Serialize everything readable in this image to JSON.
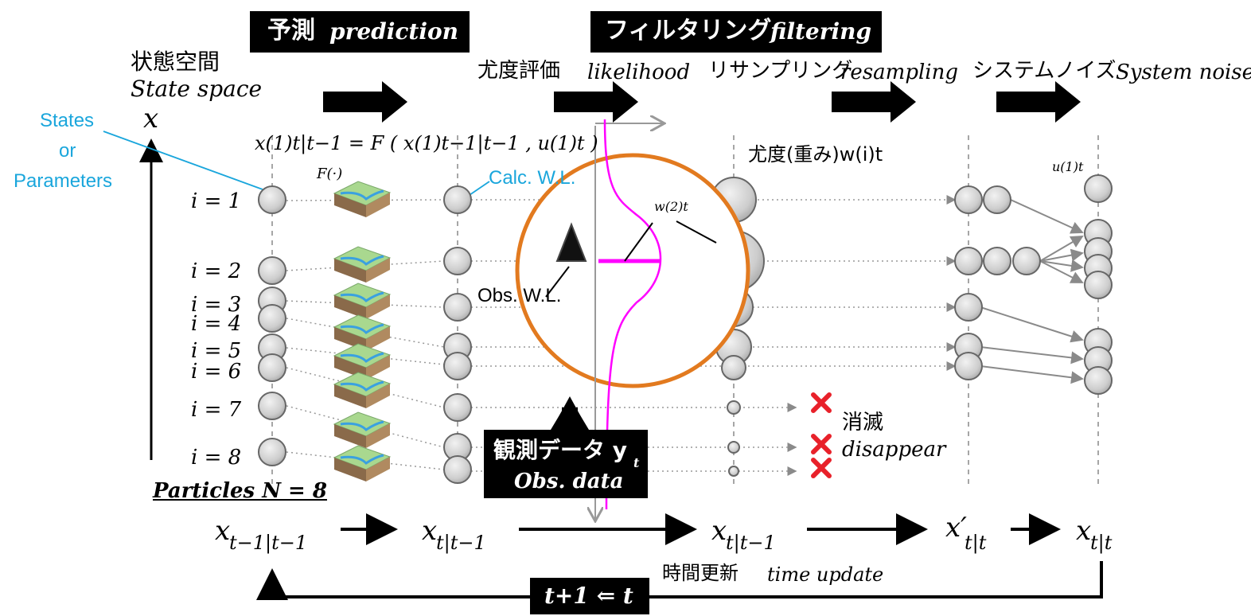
{
  "colors": {
    "accent_blue": "#1aa6dc",
    "orange_circle": "#e27a1f",
    "likelihood_curve": "#ff00ff",
    "disappear_cross": "#e8212a",
    "particle_fill": "#cfcfcf"
  },
  "header": {
    "prediction_jp": "予測",
    "prediction_en": "prediction",
    "filtering_jp": "フィルタリング",
    "filtering_en": "filtering"
  },
  "axis": {
    "title_jp": "状態空間",
    "title_en": "State space",
    "symbol": "x",
    "states_line1": "States",
    "states_line2": "or",
    "states_line3": "Parameters"
  },
  "steps": {
    "likelihood_jp": "尤度評価",
    "likelihood_en": "likelihood",
    "resampling_jp": "リサンプリング",
    "resampling_en": "resampling",
    "noise_jp": "システムノイズ",
    "noise_en": "System noise"
  },
  "equation": {
    "main": "x(1)t|t−1 = F ( x(1)t−1|t−1 , u(1)t )",
    "func": "F(·)"
  },
  "annotations": {
    "calc_wl": "Calc. W.L.",
    "obs_wl": "Obs. W.L.",
    "weight_label": "尤度(重み)w(i)t",
    "weight2": "w(2)t",
    "noise_u": "u(1)t",
    "disappear_jp": "消滅",
    "disappear_en": "disappear",
    "obs_data_jp": "観測データ y",
    "obs_data_sub": "t",
    "obs_data_en": "Obs. data",
    "particles": "Particles N = 8"
  },
  "particle_labels": [
    "i = 1",
    "i = 2",
    "i = 3",
    "i = 4",
    "i = 5",
    "i = 6",
    "i = 7",
    "i = 8"
  ],
  "bottom": {
    "x0_main": "x",
    "x0_sub": "t−1|t−1",
    "x1_main": "x",
    "x1_sub": "t|t−1",
    "x2_main": "x",
    "x2_sub": "t|t−1",
    "x3_main": "x′",
    "x3_sub": "t|t",
    "x4_main": "x",
    "x4_sub": "t|t",
    "time_update_jp": "時間更新",
    "time_update_en": "time update",
    "loop_label": "t+1 ⇐ t"
  }
}
